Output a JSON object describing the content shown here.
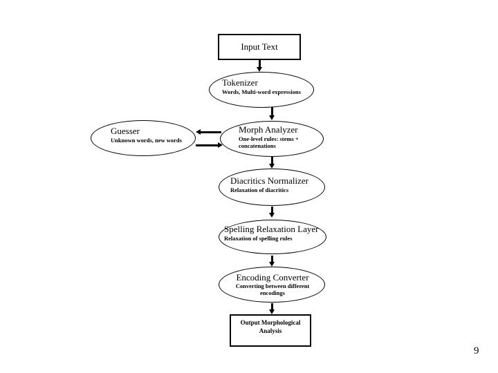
{
  "slide": {
    "page_number": "9",
    "colors": {
      "background": "#ffffff",
      "stroke": "#000000",
      "text": "#000000"
    },
    "nodes": {
      "input": {
        "shape": "rectangle",
        "title": "Input Text"
      },
      "tokenizer": {
        "shape": "ellipse",
        "title": "Tokenizer",
        "subtitle": "Words, Multi-word expressions"
      },
      "guesser": {
        "shape": "ellipse",
        "title": "Guesser",
        "subtitle": "Unknown words, new words"
      },
      "morph": {
        "shape": "ellipse",
        "title": "Morph Analyzer",
        "subtitle": "One-level rules: stems + concatenations"
      },
      "diacritics": {
        "shape": "ellipse",
        "title": "Diacritics Normalizer",
        "subtitle": "Relaxation of diacritics"
      },
      "spelling": {
        "shape": "ellipse",
        "title": "Spelling Relaxation Layer",
        "subtitle": "Relaxation of spelling rules"
      },
      "encoding": {
        "shape": "ellipse",
        "title": "Encoding Converter",
        "subtitle": "Converting between different encodings"
      },
      "output": {
        "shape": "rectangle",
        "title": "Output Morphological Analysis"
      }
    },
    "edges": [
      {
        "from": "input",
        "to": "tokenizer",
        "direction": "down"
      },
      {
        "from": "tokenizer",
        "to": "morph",
        "direction": "down"
      },
      {
        "from": "morph",
        "to": "guesser",
        "direction": "left"
      },
      {
        "from": "guesser",
        "to": "morph",
        "direction": "right"
      },
      {
        "from": "morph",
        "to": "diacritics",
        "direction": "down"
      },
      {
        "from": "diacritics",
        "to": "spelling",
        "direction": "down"
      },
      {
        "from": "spelling",
        "to": "encoding",
        "direction": "down"
      },
      {
        "from": "encoding",
        "to": "output",
        "direction": "down"
      }
    ]
  }
}
